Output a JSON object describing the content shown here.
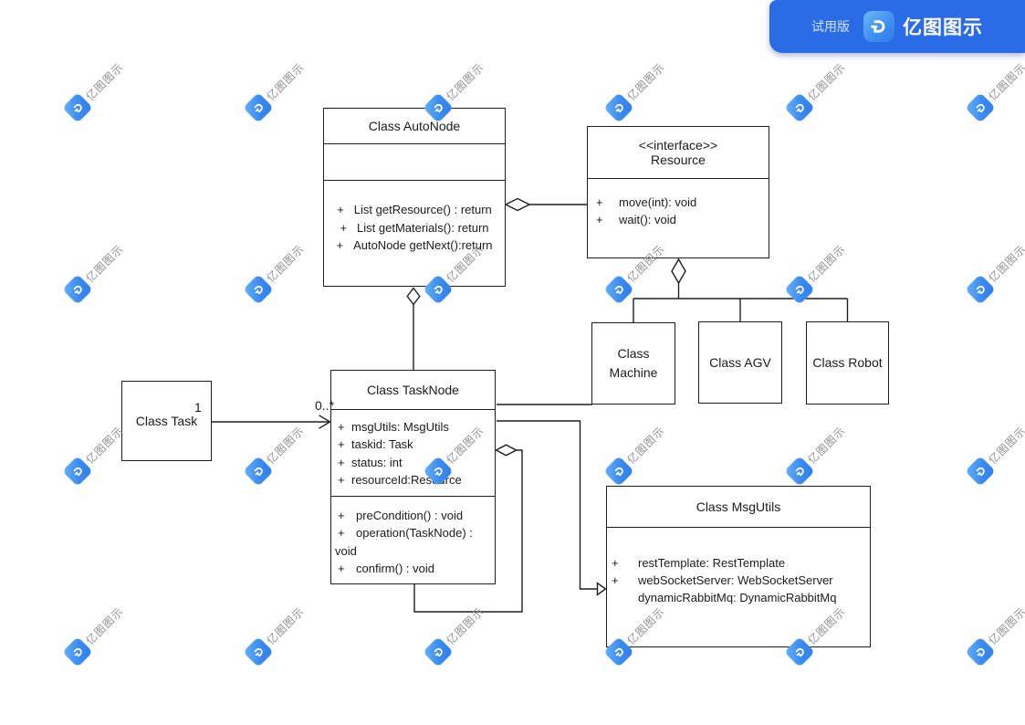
{
  "app": {
    "trial_label": "试用版",
    "brand": "亿图图示",
    "brand_logo_icon": "edraw-d-icon",
    "banner_color": "#2c6be6"
  },
  "watermark": {
    "text": "亿图图示",
    "logo_icon": "edraw-d-icon",
    "logo_color": "#3b8bf0",
    "text_color": "#929292"
  },
  "uml": {
    "autonode": {
      "title": "Class AutoNode",
      "methods": [
        {
          "vis": "+",
          "text": "List getResource() : return"
        },
        {
          "vis": "+",
          "text": "List getMaterials(): return"
        },
        {
          "vis": "+",
          "text": "AutoNode getNext():return"
        }
      ]
    },
    "resource": {
      "stereotype": "<<interface>>",
      "name": "Resource",
      "methods": [
        {
          "vis": "+",
          "text": "move(int): void"
        },
        {
          "vis": "+",
          "text": "wait(): void"
        }
      ]
    },
    "machine": {
      "title": "Class Machine"
    },
    "agv": {
      "title": "Class AGV"
    },
    "robot": {
      "title": "Class Robot"
    },
    "task": {
      "title": "Class Task"
    },
    "tasknode": {
      "title": "Class TaskNode",
      "attributes": [
        {
          "vis": "+",
          "text": "msgUtils: MsgUtils"
        },
        {
          "vis": "+",
          "text": "taskid: Task"
        },
        {
          "vis": "+",
          "text": "status: int"
        },
        {
          "vis": "+",
          "text": "resourceId:Resource"
        }
      ],
      "methods": [
        {
          "vis": "+",
          "text": "preCondition() : void"
        },
        {
          "vis": "+",
          "text": "operation(TaskNode) :"
        },
        {
          "vis": "",
          "text": "void"
        },
        {
          "vis": "+",
          "text": "confirm() : void"
        }
      ]
    },
    "msgutils": {
      "title": "Class MsgUtils",
      "attributes": [
        {
          "vis": "+",
          "text": "restTemplate: RestTemplate"
        },
        {
          "vis": "+",
          "text": "webSocketServer: WebSocketServer"
        },
        {
          "vis": "",
          "text": "dynamicRabbitMq: DynamicRabbitMq"
        }
      ]
    },
    "labels": {
      "task_end": "1",
      "tasknode_end": "0..*"
    },
    "line_color": "#1e1e1e"
  }
}
